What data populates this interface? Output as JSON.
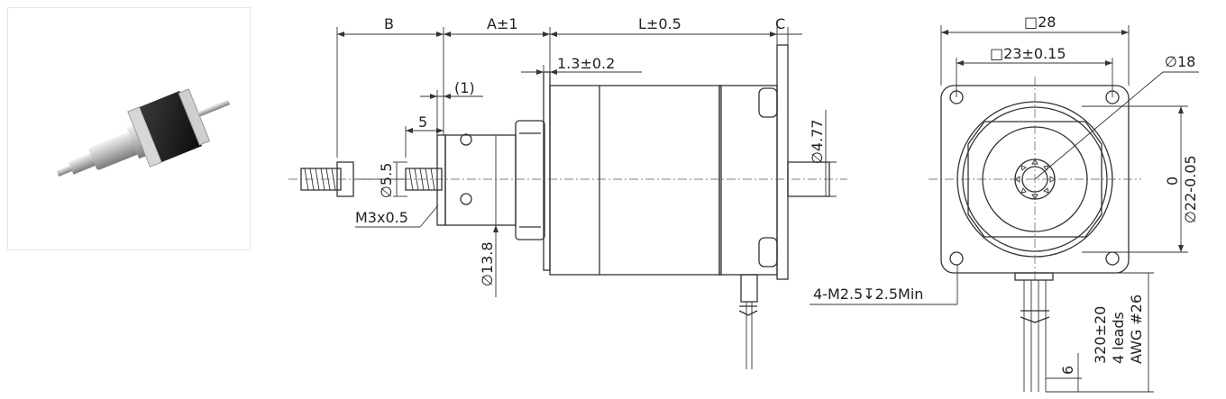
{
  "photo": {
    "subject": "stepper motor with lead screw",
    "body_color": "#1a1a1a",
    "metal_color": "#c9c9c9"
  },
  "side_view": {
    "dim_B": "B",
    "dim_A": "A±1",
    "dim_L": "L±0.5",
    "dim_C": "C",
    "dim_1_3": "1.3±0.2",
    "dim_1": "(1)",
    "dim_5": "5",
    "dim_5_5": "∅5.5",
    "dim_thread": "M3x0.5",
    "dim_13_8": "∅13.8",
    "dim_4_77": "∅4.77"
  },
  "front_view": {
    "dim_28": "□28",
    "dim_23": "□23±0.15",
    "dim_18": "∅18",
    "dim_tol_upper": "0",
    "dim_22": "∅22-0.05",
    "dim_holes": "4-M2.5↧2.5Min",
    "dim_lead_len": "320±20",
    "dim_leads": "4 leads",
    "dim_awg": "AWG #26",
    "dim_6": "6"
  },
  "colors": {
    "line": "#333333",
    "text": "#222222"
  }
}
